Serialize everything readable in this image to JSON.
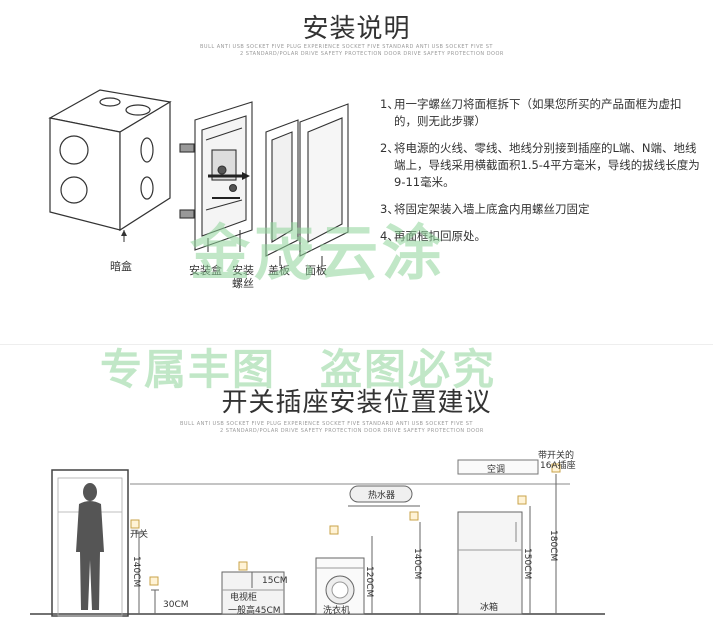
{
  "install": {
    "title": "安装说明",
    "subline_1": "BULL ANTI USB SOCKET FIVE PLUG EXPERIENCE SOCKET FIVE STANDARD ANTI USB SOCKET FIVE ST",
    "subline_2": "2 STANDARD/POLAR DRIVE SAFETY PROTECTION DOOR  DRIVE SAFETY PROTECTION DOOR",
    "steps": [
      {
        "num": "1、",
        "text": "用一字螺丝刀将面框拆下（如果您所买的产品面框为虚扣的，则无此步骤）"
      },
      {
        "num": "2、",
        "text": "将电源的火线、零线、地线分别接到插座的L端、N端、地线端上，导线采用横截面积1.5-4平方毫米，导线的拔线长度为9-11毫米。"
      },
      {
        "num": "3、",
        "text": "将固定架装入墙上底盒内用螺丝刀固定"
      },
      {
        "num": "4、",
        "text": "再面框扣回原处。"
      }
    ],
    "labels": {
      "dark_box": "暗盒",
      "install_box": "安装盒",
      "screw_line1": "安装",
      "screw_line2": "螺丝",
      "cover": "盖板",
      "panel": "面板"
    }
  },
  "watermark": {
    "brand": "金茂云涂",
    "line": "专属丰图　盗图必究"
  },
  "position": {
    "title": "开关插座安装位置建议",
    "subline_1": "BULL ANTI USB SOCKET FIVE PLUG EXPERIENCE SOCKET FIVE STANDARD ANTI USB SOCKET FIVE ST",
    "subline_2": "2 STANDARD/POLAR DRIVE SAFETY PROTECTION DOOR  DRIVE SAFETY PROTECTION DOOR",
    "labels": {
      "switch": "开关",
      "h140_switch": "140CM",
      "h30": "30CM",
      "h15": "15CM",
      "tv_cabinet": "电视柜",
      "tv_height": "一般高45CM",
      "washer": "洗衣机",
      "h120": "120CM",
      "heater": "热水器",
      "h140_heater": "140CM",
      "fridge": "冰箱",
      "h150": "150CM",
      "ac": "空调",
      "h180": "180CM",
      "ac_socket_line1": "带开关的",
      "ac_socket_line2": "16A插座"
    }
  }
}
